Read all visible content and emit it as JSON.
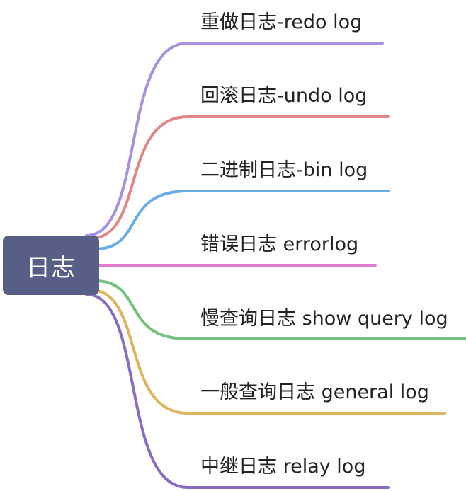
{
  "root": {
    "label": "日志",
    "color": "#575f86"
  },
  "branches": [
    {
      "label": "重做日志-redo log",
      "color": "#a98fe0"
    },
    {
      "label": "回滚日志-undo log",
      "color": "#e18686"
    },
    {
      "label": "二进制日志-bin log",
      "color": "#6aade3"
    },
    {
      "label": "错误日志 errorlog",
      "color": "#df7ccb"
    },
    {
      "label": "慢查询日志 show query log",
      "color": "#76c07f"
    },
    {
      "label": "一般查询日志 general log",
      "color": "#dcb55c"
    },
    {
      "label": "中继日志 relay log",
      "color": "#8a6bc2"
    }
  ]
}
